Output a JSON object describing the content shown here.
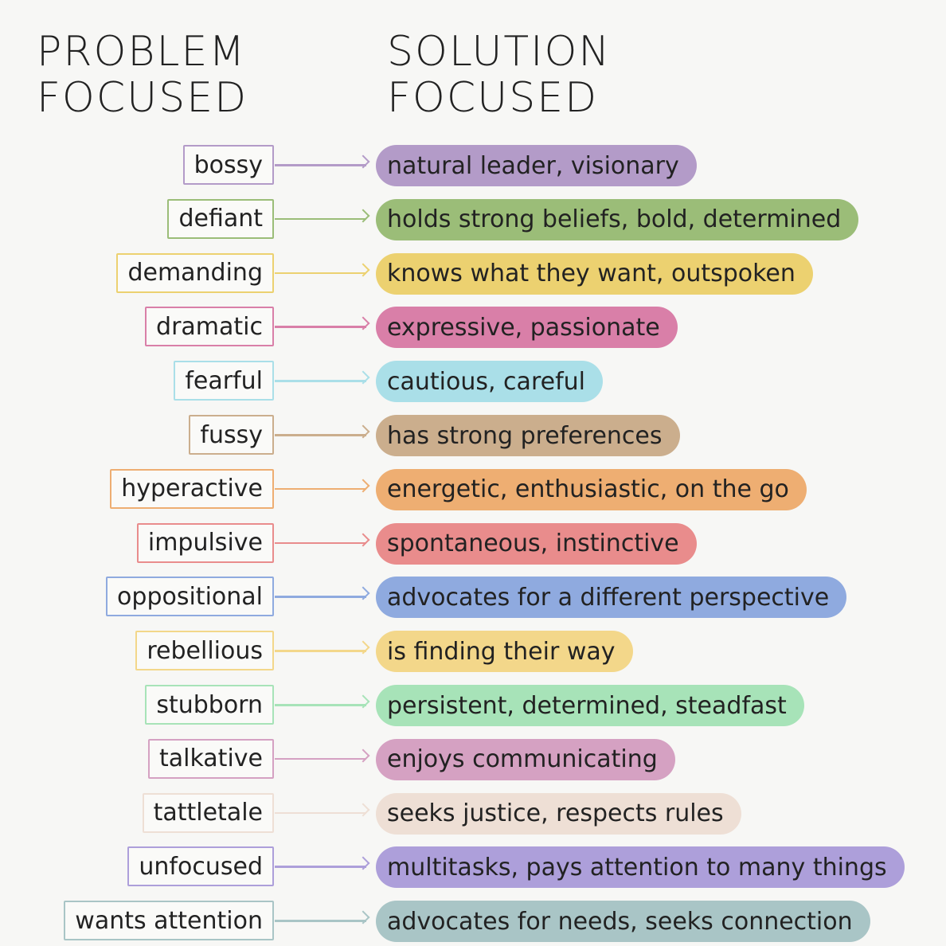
{
  "headers": {
    "problem_line1": "PROBLEM",
    "problem_line2": "FOCUSED",
    "solution_line1": "SOLUTION",
    "solution_line2": "FOCUSED"
  },
  "rows": [
    {
      "problem": "bossy",
      "solution": "natural leader, visionary",
      "color": "#b39bc8"
    },
    {
      "problem": "defiant",
      "solution": "holds strong beliefs, bold, determined",
      "color": "#9bbd78"
    },
    {
      "problem": "demanding",
      "solution": "knows what they want, outspoken",
      "color": "#ecd170"
    },
    {
      "problem": "dramatic",
      "solution": "expressive, passionate",
      "color": "#d97fa8"
    },
    {
      "problem": "fearful",
      "solution": "cautious, careful",
      "color": "#aadfe8"
    },
    {
      "problem": "fussy",
      "solution": "has strong preferences",
      "color": "#cbae8d"
    },
    {
      "problem": "hyperactive",
      "solution": "energetic, enthusiastic, on the go",
      "color": "#eeae72"
    },
    {
      "problem": "impulsive",
      "solution": "spontaneous, instinctive",
      "color": "#e98c8c"
    },
    {
      "problem": "oppositional",
      "solution": "advocates for a different perspective",
      "color": "#8faadf"
    },
    {
      "problem": "rebellious",
      "solution": "is finding their way",
      "color": "#f3d78a"
    },
    {
      "problem": "stubborn",
      "solution": "persistent, determined, steadfast",
      "color": "#a7e3b8"
    },
    {
      "problem": "talkative",
      "solution": "enjoys communicating",
      "color": "#d5a1c2"
    },
    {
      "problem": "tattletale",
      "solution": "seeks justice, respects rules",
      "color": "#eedfd5"
    },
    {
      "problem": "unfocused",
      "solution": "multitasks, pays attention to many things",
      "color": "#ad9fda"
    },
    {
      "problem": "wants attention",
      "solution": "advocates for needs, seeks connection",
      "color": "#a9c5c6"
    }
  ]
}
